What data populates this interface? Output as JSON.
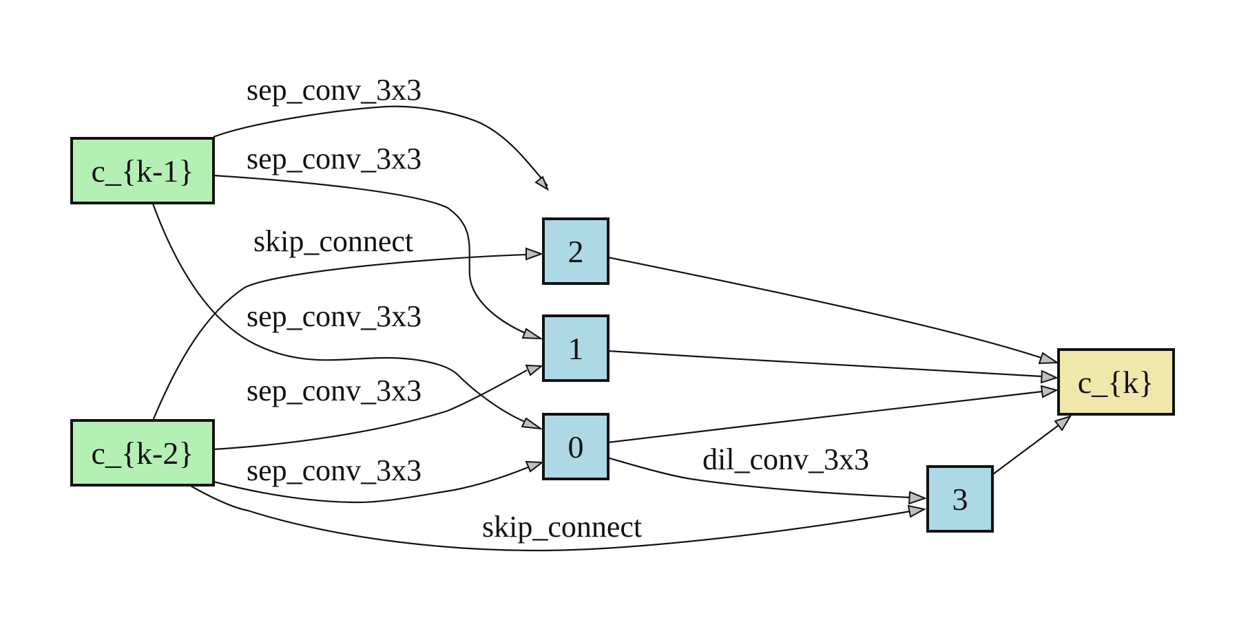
{
  "nodes": {
    "ck1": {
      "label": "c_{k-1}",
      "fill": "#b4f0b4"
    },
    "ck2": {
      "label": "c_{k-2}",
      "fill": "#b4f0b4"
    },
    "n0": {
      "label": "0",
      "fill": "#add8e6"
    },
    "n1": {
      "label": "1",
      "fill": "#add8e6"
    },
    "n2": {
      "label": "2",
      "fill": "#add8e6"
    },
    "n3": {
      "label": "3",
      "fill": "#add8e6"
    },
    "ck": {
      "label": "c_{k}",
      "fill": "#f0e8aa"
    }
  },
  "edges": [
    {
      "from": "c_{k-1}",
      "to": "2",
      "label": "sep_conv_3x3"
    },
    {
      "from": "c_{k-1}",
      "to": "1",
      "label": "sep_conv_3x3"
    },
    {
      "from": "c_{k-2}",
      "to": "2",
      "label": "skip_connect"
    },
    {
      "from": "c_{k-1}",
      "to": "0",
      "label": "sep_conv_3x3"
    },
    {
      "from": "c_{k-2}",
      "to": "1",
      "label": "sep_conv_3x3"
    },
    {
      "from": "c_{k-2}",
      "to": "0",
      "label": "sep_conv_3x3"
    },
    {
      "from": "0",
      "to": "3",
      "label": "dil_conv_3x3"
    },
    {
      "from": "c_{k-2}",
      "to": "3",
      "label": "skip_connect"
    },
    {
      "from": "2",
      "to": "c_{k}",
      "label": ""
    },
    {
      "from": "1",
      "to": "c_{k}",
      "label": ""
    },
    {
      "from": "0",
      "to": "c_{k}",
      "label": ""
    },
    {
      "from": "3",
      "to": "c_{k}",
      "label": ""
    }
  ]
}
